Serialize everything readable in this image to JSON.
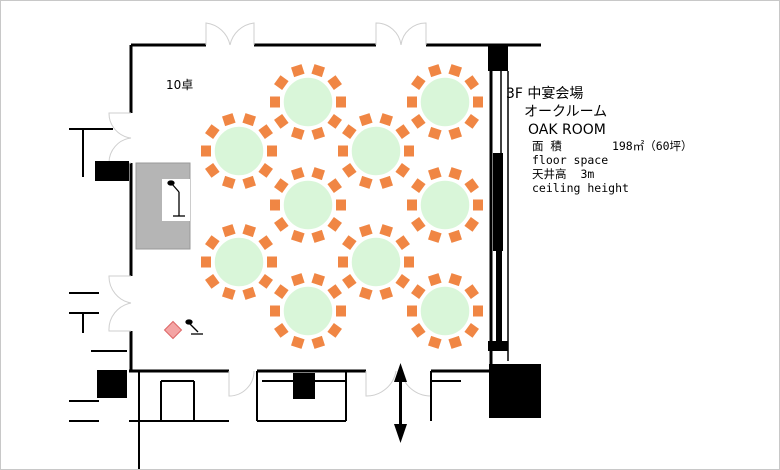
{
  "room": {
    "title_line1": "3F 中宴会場",
    "title_line2": "オークルーム",
    "title_line3": "OAK ROOM",
    "table_count": "10卓"
  },
  "specs": {
    "area_label": "面 積",
    "area_value": "198㎡（60坪）",
    "area_label_en": "floor space",
    "height_label": "天井高",
    "height_value": "3m",
    "height_label_en": "ceiling height"
  },
  "layout": {
    "table_count": 10,
    "chairs_per_table": 10
  },
  "colors": {
    "table_fill": "#d9f6d9",
    "chair_fill": "#f08644",
    "wall": "#000000",
    "stage_fill": "#b5b5b5",
    "podium_fill": "#ffffff",
    "flower": "#f4a4a4"
  },
  "icons": [
    "microphone-icon",
    "flower-icon",
    "double-arrow-icon"
  ]
}
